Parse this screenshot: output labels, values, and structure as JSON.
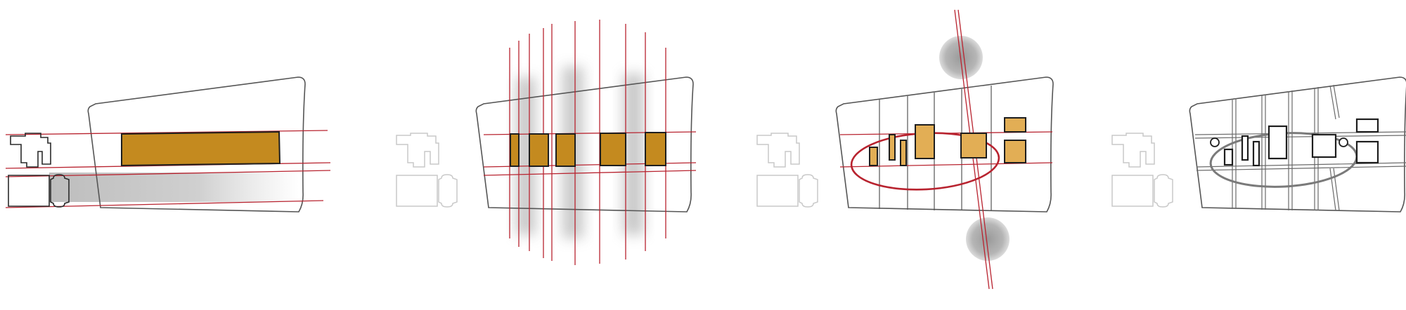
{
  "diagram": {
    "panel_count": 4,
    "colors": {
      "red_line": "#b8232f",
      "gold_block": "#c48a1f",
      "light_gold_block": "#e2ae55",
      "grey_zone": "#c4c4c4",
      "outline": "#555555",
      "context_faded": "#c9c9c9"
    },
    "panels": [
      {
        "step": 1,
        "gold_blocks": 1,
        "red_lines": 4
      },
      {
        "step": 2,
        "gold_blocks": 5,
        "red_lines": 11
      },
      {
        "step": 3,
        "gold_blocks": 7,
        "red_lines": 2,
        "node_circles": 2
      },
      {
        "step": 4,
        "outline_blocks": 7,
        "small_circles": 2
      }
    ]
  }
}
